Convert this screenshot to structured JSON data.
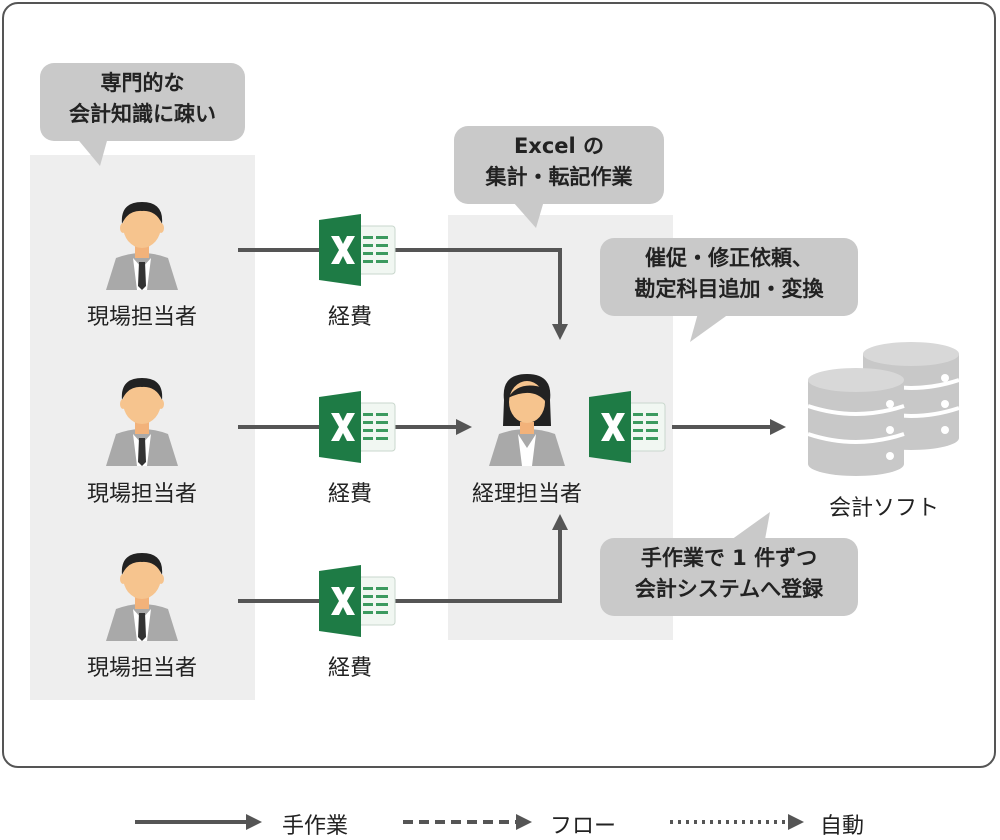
{
  "speech": {
    "field_worker": [
      "専門的な",
      "会計知識に疎い"
    ],
    "excel_work": [
      "Excel の",
      "集計・転記作業"
    ],
    "prompt_fix": [
      "催促・修正依頼、",
      "勘定科目追加・変換"
    ],
    "manual_entry": [
      "手作業で 1 件ずつ",
      "会計システムへ登録"
    ]
  },
  "nodes": {
    "field_worker_label": "現場担当者",
    "expense_label": "経費",
    "accountant_label": "経理担当者",
    "software_label": "会計ソフト"
  },
  "legend": {
    "manual": "手作業",
    "flow": "フロー",
    "auto": "自動"
  },
  "colors": {
    "line": "#555555",
    "bubble": "#c9c9c9",
    "panel": "#eeeeee",
    "excel_green": "#1e7b45",
    "skin": "#f6c48e",
    "suit": "#a9a9a9"
  }
}
